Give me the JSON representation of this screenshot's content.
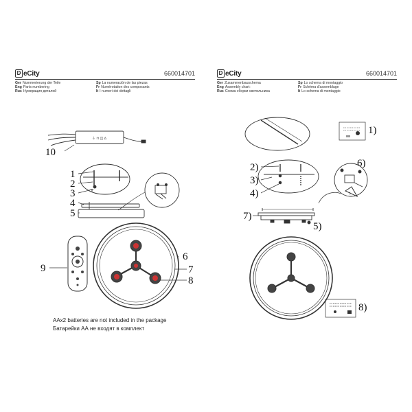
{
  "left_page": {
    "logo_mark": "D",
    "logo_text": "eCity",
    "code": "660014701",
    "langs_a": [
      {
        "code": "Ger",
        "text": "Nummerierung der Teile"
      },
      {
        "code": "Eng",
        "text": "Parts numbering"
      },
      {
        "code": "Rus",
        "text": "Нумерация деталей"
      }
    ],
    "langs_b": [
      {
        "code": "Sp",
        "text": "La numeración de las piezas"
      },
      {
        "code": "Fr",
        "text": "Numérotation des composants"
      },
      {
        "code": "It",
        "text": "I numeri dei dettagli"
      }
    ],
    "callouts": {
      "c10": "10",
      "c1": "1",
      "c2": "2",
      "c3": "3",
      "c4": "4",
      "c5": "5",
      "c9": "9",
      "c6": "6",
      "c7": "7",
      "c8": "8"
    },
    "note_en": "AAx2 batteries are not included in the package",
    "note_ru": "Батарейки АА не входят в комплект"
  },
  "right_page": {
    "logo_mark": "D",
    "logo_text": "eCity",
    "code": "660014701",
    "langs_a": [
      {
        "code": "Ger",
        "text": "Zusammenbauschema"
      },
      {
        "code": "Eng",
        "text": "Assembly chart:"
      },
      {
        "code": "Rus",
        "text": "Схема сборки светильника"
      }
    ],
    "langs_b": [
      {
        "code": "Sp",
        "text": "Lo schema di montaggio"
      },
      {
        "code": "Fr",
        "text": "Schéma d'assemblage"
      },
      {
        "code": "It",
        "text": "Lo schema di montaggio"
      }
    ],
    "callouts": {
      "r1": "1)",
      "r2": "2)",
      "r3": "3)",
      "r4": "4)",
      "r5": "5)",
      "r6": "6)",
      "r7": "7)",
      "r8": "8)"
    }
  }
}
